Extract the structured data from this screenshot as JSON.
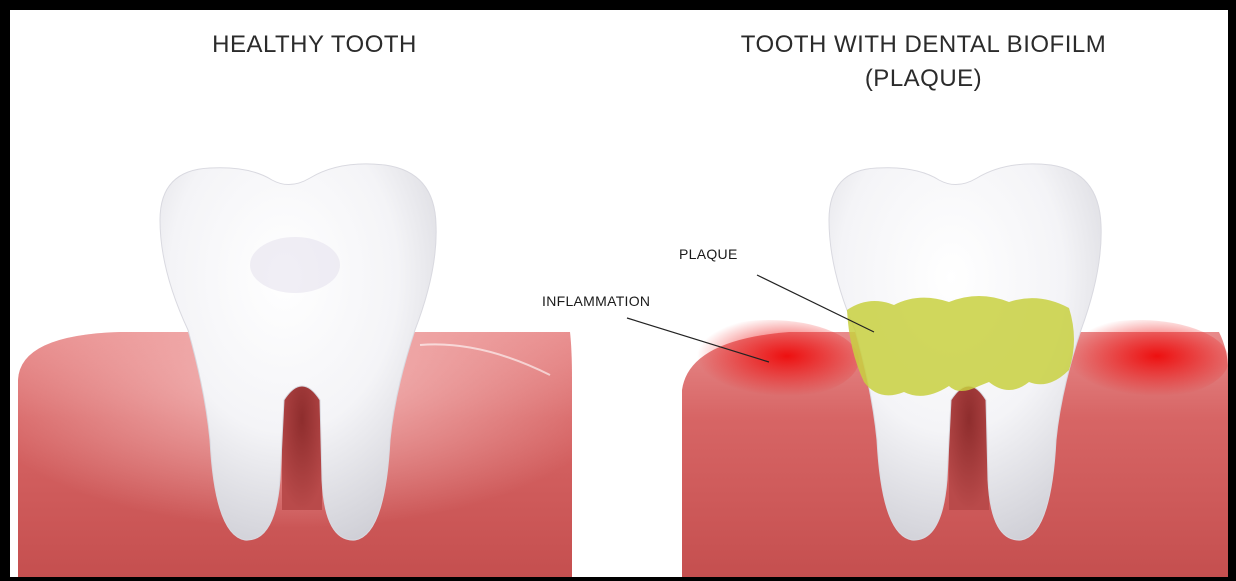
{
  "left_panel": {
    "title": "HEALTHY TOOTH"
  },
  "right_panel": {
    "title_line1": "TOOTH WITH DENTAL BIOFILM",
    "title_line2": "(PLAQUE)",
    "labels": {
      "plaque": "PLAQUE",
      "inflammation": "INFLAMMATION"
    }
  },
  "colors": {
    "gum": "#e07a7a",
    "gum_dark": "#b73a3a",
    "inflamed": "#e01010",
    "plaque": "#c9d24a",
    "tooth": "#f7f7f9",
    "border": "#000000"
  }
}
